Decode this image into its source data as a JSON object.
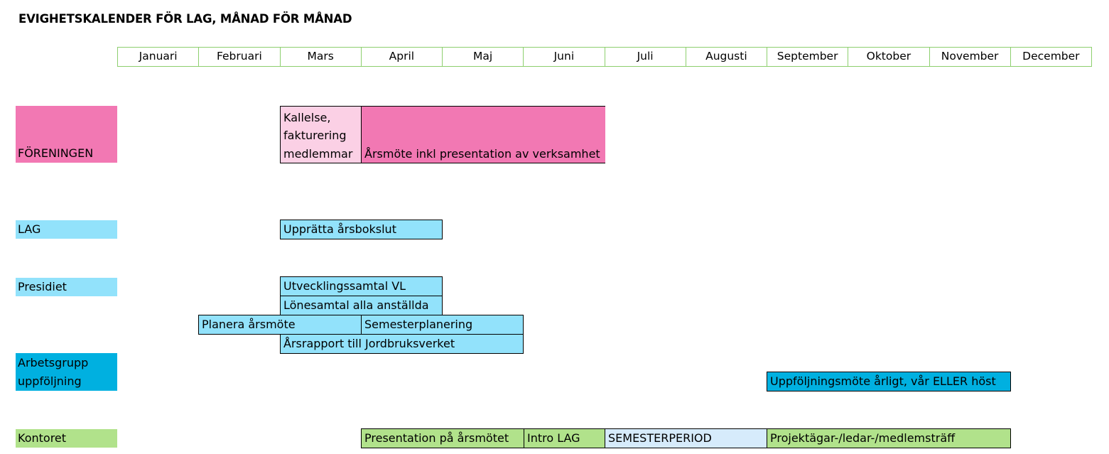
{
  "title": "EVIGHETSKALENDER FÖR LAG, MÅNAD FÖR MÅNAD",
  "months": [
    "Januari",
    "Februari",
    "Mars",
    "April",
    "Maj",
    "Juni",
    "Juli",
    "Augusti",
    "September",
    "Oktober",
    "November",
    "December"
  ],
  "colors": {
    "month_border": "#8dcf6e",
    "pink": "#f278b3",
    "light_pink": "#fbd0e5",
    "light_blue": "#92e2fb",
    "medium_blue": "#00b0e0",
    "green": "#b1e28b",
    "pale_blue": "#d6ebfb"
  },
  "rows": {
    "foreningen": "FÖRENINGEN",
    "lag": "LAG",
    "presidiet": "Presidiet",
    "arbetsgrupp": "Arbetsgrupp uppföljning",
    "kontoret": "Kontoret"
  },
  "tasks": {
    "kallelse": "Kallelse, fakturering medlemmar",
    "arsmote": "Årsmöte inkl presentation av verksamhet",
    "arsbokslut": "Upprätta årsbokslut",
    "utvecklingssamtal": "Utvecklingssamtal VL",
    "lonesamtal": "Lönesamtal alla anställda",
    "planera": "Planera årsmöte",
    "semesterplanering": "Semesterplanering",
    "arsrapport": "Årsrapport till Jordbruksverket",
    "uppfoljningsmote": "Uppföljningsmöte årligt, vår ELLER höst",
    "presentation": "Presentation på årsmötet",
    "intro": "Intro LAG",
    "semesterperiod": "SEMESTERPERIOD",
    "projekttraff": "Projektägar-/ledar-/medlemsträff"
  }
}
